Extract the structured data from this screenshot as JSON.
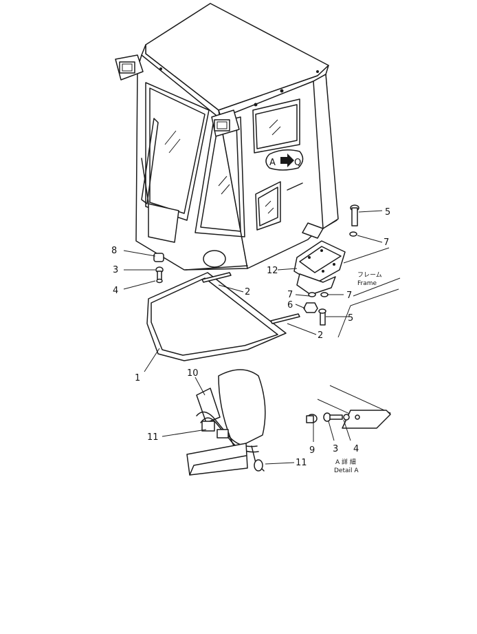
{
  "view_marker": {
    "from": "A",
    "to": "Q"
  },
  "callouts": {
    "p1": "1",
    "p2a": "2",
    "p2b": "2",
    "p3a": "3",
    "p3b": "3",
    "p4a": "4",
    "p4b": "4",
    "p5a": "5",
    "p5b": "5",
    "p6": "6",
    "p7a": "7",
    "p7b": "7",
    "p7c": "7",
    "p8": "8",
    "p9": "9",
    "p10": "10",
    "p11a": "11",
    "p11b": "11",
    "p12": "12"
  },
  "frame_label": {
    "jp": "フレーム",
    "en": "Frame"
  },
  "detail_label": {
    "jp": "A 詳 細",
    "en": "Detail A"
  }
}
